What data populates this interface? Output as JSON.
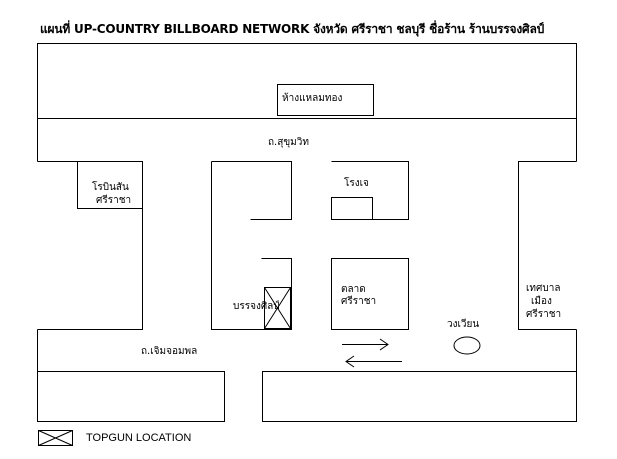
{
  "title": "แผนที่ UP-COUNTRY BILLBOARD NETWORK จังหวัด ศรีราชา ชลบุรี ชื่อร้าน ร้านบรรจงศิลป์",
  "labels": {
    "dept_store": "ห้างแหลมทอง",
    "sukhumvit_road": "ถ.สุขุมวิท",
    "robinson_line1": "โรบินสัน",
    "robinson_line2": "ศรีราชา",
    "cinema": "โรงเจ",
    "market_line1": "ตลาด",
    "market_line2": "ศรีราชา",
    "shop": "บรรจงศิลป์",
    "municipality_line1": "เทศบาล",
    "municipality_line2": "เมือง",
    "municipality_line3": "ศรีราชา",
    "roundabout": "วงเวียน",
    "choemchomphon_road": "ถ.เจิมจอมพล"
  },
  "legend": {
    "label": "TOPGUN LOCATION"
  }
}
